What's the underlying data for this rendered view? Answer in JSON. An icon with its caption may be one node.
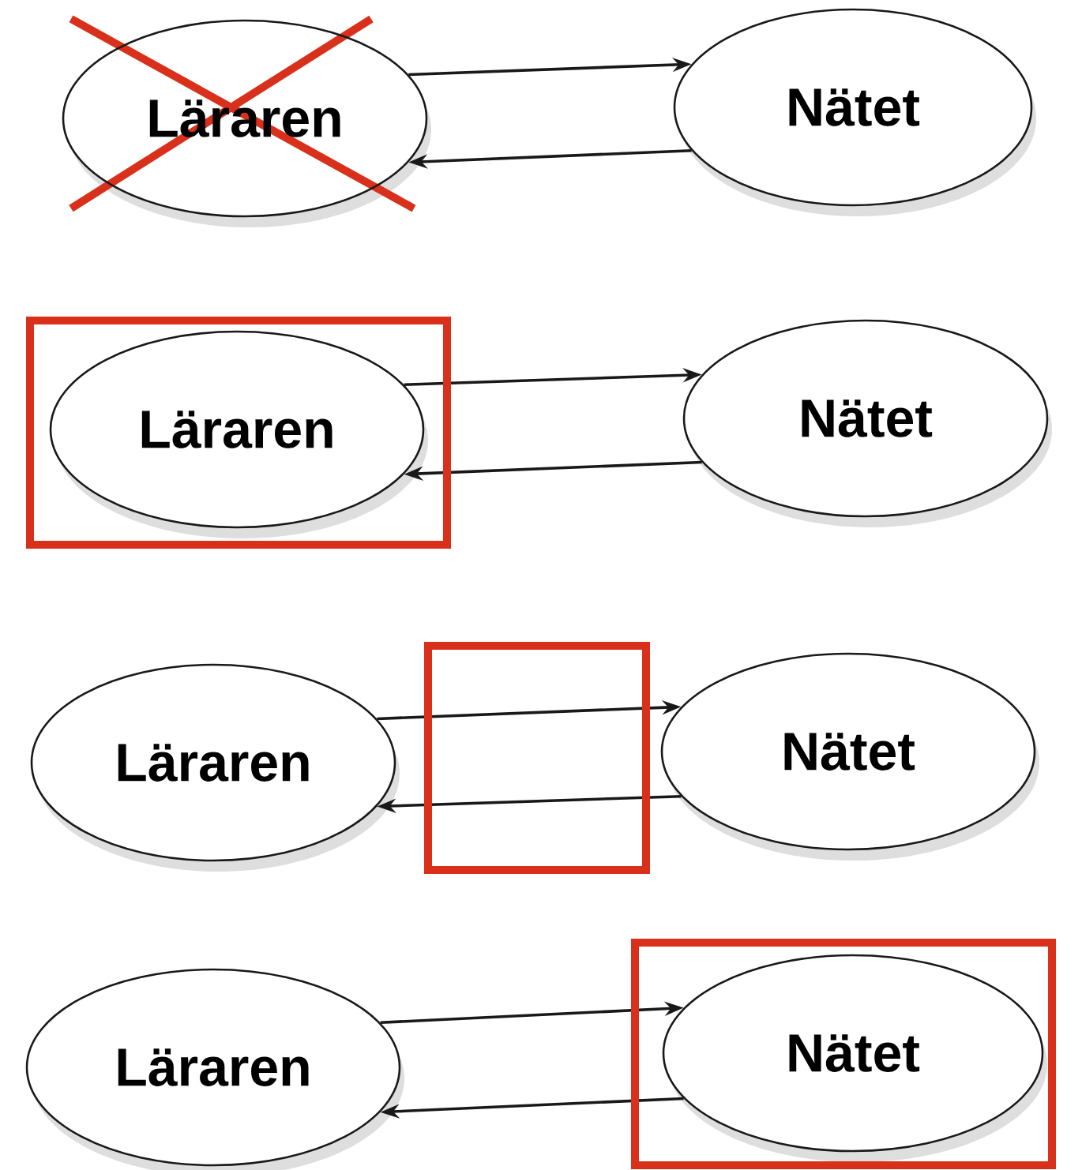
{
  "diagram": {
    "nodes": [
      {
        "text": [
          "Läraren"
        ]
      },
      {
        "text": [
          "Nätet"
        ]
      },
      {
        "text": [
          "Läraren"
        ]
      },
      {
        "text": [
          "Nätet"
        ]
      },
      {
        "text": [
          "Läraren"
        ]
      },
      {
        "text": [
          "Nätet"
        ]
      },
      {
        "text": [
          "Läraren"
        ]
      },
      {
        "text": [
          "Nätet"
        ]
      }
    ],
    "edges": [
      {
        "from": 0,
        "to": 1,
        "arrow": "to"
      },
      {
        "from": 1,
        "to": 0,
        "arrow": "to"
      },
      {
        "from": 2,
        "to": 3,
        "arrow": "to"
      },
      {
        "from": 3,
        "to": 2,
        "arrow": "to"
      },
      {
        "from": 4,
        "to": 5,
        "arrow": "to"
      },
      {
        "from": 5,
        "to": 4,
        "arrow": "to"
      },
      {
        "from": 6,
        "to": 7,
        "arrow": "to"
      },
      {
        "from": 7,
        "to": 6,
        "arrow": "to"
      }
    ]
  }
}
